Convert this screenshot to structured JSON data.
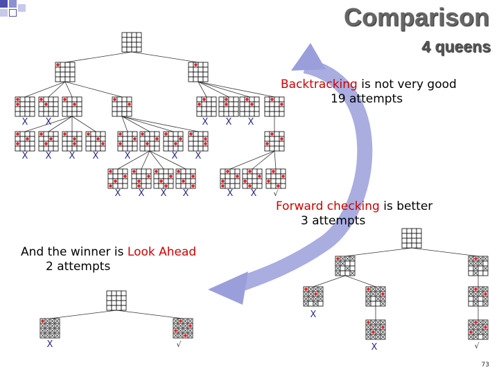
{
  "slide": {
    "title": "Comparison",
    "subtitle": "4 queens",
    "page_number": "73"
  },
  "backtracking": {
    "method": "Backtracking",
    "rest": " is not very good",
    "attempts": "19 attempts"
  },
  "forward_checking": {
    "method": "Forward checking",
    "rest": " is better",
    "attempts": "3 attempts"
  },
  "look_ahead": {
    "prefix": "And the winner is ",
    "method": "Look Ahead",
    "attempts": "2 attempts"
  },
  "marks": {
    "fail": "X",
    "success": "√"
  },
  "colors": {
    "queen": "#e02020",
    "arrow": "#9a9fdb",
    "highlight": "#cc0000",
    "fail_mark": "#2a2a8a"
  }
}
